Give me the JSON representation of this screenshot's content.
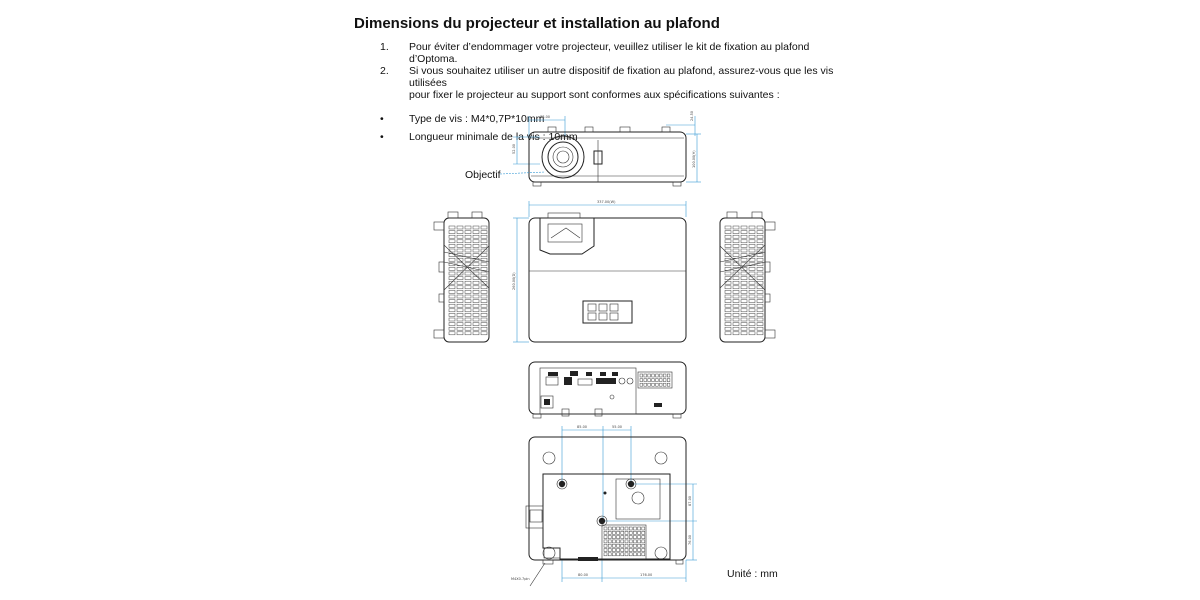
{
  "document": {
    "title": "Dimensions du projecteur et installation au plafond",
    "numbered_items": [
      {
        "marker": "1.",
        "lines": [
          "Pour éviter d’endommager votre projecteur, veuillez utiliser le kit de fixation au plafond d’Optoma."
        ]
      },
      {
        "marker": "2.",
        "lines": [
          "Si vous souhaitez utiliser un autre dispositif de fixation au plafond, assurez-vous que les vis utilisées",
          "pour fixer le projecteur au support sont conformes aux spécifications suivantes :"
        ]
      }
    ],
    "bullet_items": [
      {
        "marker": "•",
        "text": "Type de vis : M4*0,7P*10mm"
      },
      {
        "marker": "•",
        "text": "Longueur minimale de la vis : 10mm"
      }
    ]
  },
  "drawing": {
    "lens_label": "Objectif",
    "unit_label": "Unité : mm",
    "dimension_labels": {
      "front_top_width": "83.00",
      "front_top_right": "24.50",
      "front_side_left": "52.00",
      "front_side_right": "100.00(H)",
      "top_width": "337.00(W)",
      "top_depth": "260.00(D)",
      "bottom_top_left": "85.00",
      "bottom_top_right": "55.00",
      "bottom_right_upper": "87.00",
      "bottom_right_lower": "76.00",
      "bottom_bottom_left": "80.00",
      "bottom_bottom_right": "176.00",
      "bottom_callout": "M4X0.7pin"
    }
  }
}
